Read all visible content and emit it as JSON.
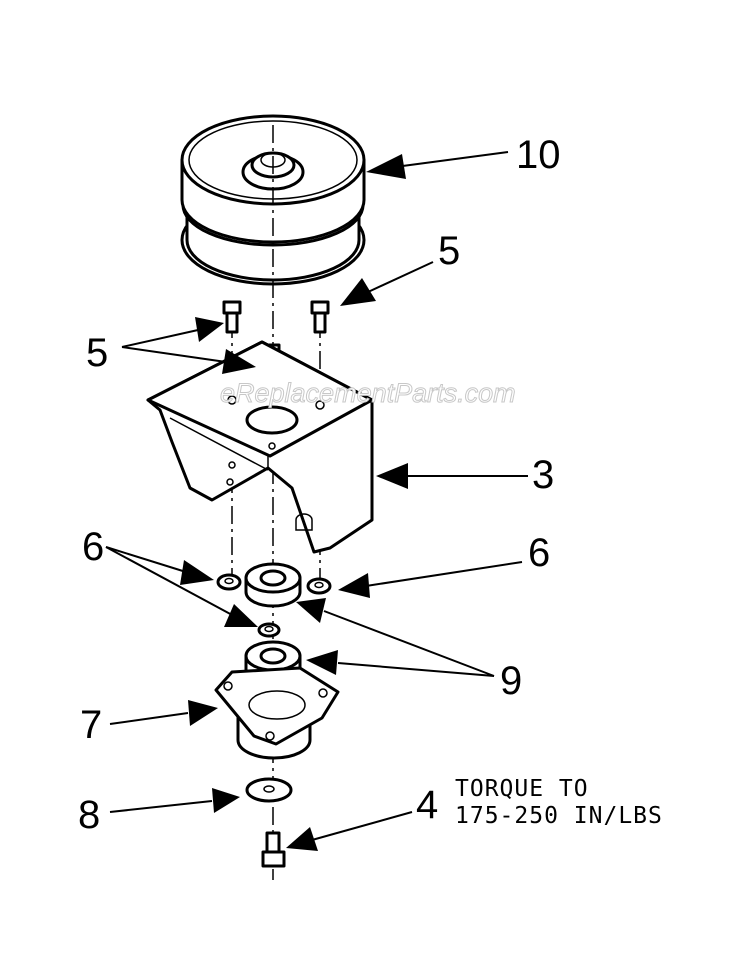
{
  "callouts": {
    "c10": "10",
    "c5_right": "5",
    "c5_left": "5",
    "c3": "3",
    "c6_left": "6",
    "c6_right": "6",
    "c9": "9",
    "c7": "7",
    "c8": "8",
    "c4": "4"
  },
  "note": {
    "line1": "TORQUE TO",
    "line2": "175-250 IN/LBS"
  },
  "watermark": "eReplacementParts.com",
  "colors": {
    "ink": "#000000",
    "background": "#ffffff",
    "watermark_outline": "#c8c8c8"
  }
}
